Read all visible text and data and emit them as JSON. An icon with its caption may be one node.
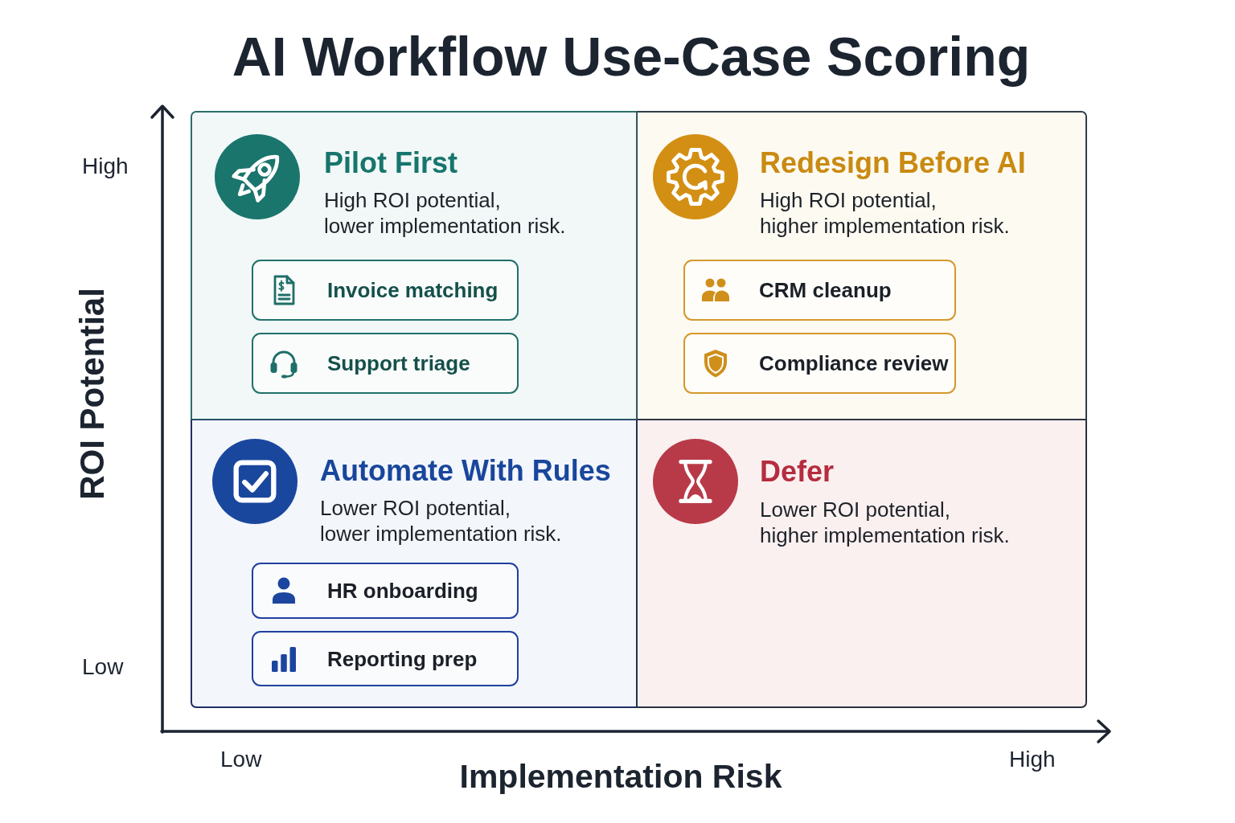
{
  "diagram": {
    "title": "AI Workflow Use-Case Scoring",
    "nodes": [
      {
        "text": [
          "Pilot First",
          "High ROI potential, lower implementation risk."
        ]
      },
      {
        "text": [
          "Invoice matching"
        ],
        "in": 0
      },
      {
        "text": [
          "Support triage"
        ],
        "in": 0
      },
      {
        "text": [
          "Redesign Before AI",
          "High ROI potential, higher implementation risk."
        ]
      },
      {
        "text": [
          "CRM cleanup"
        ],
        "in": 3
      },
      {
        "text": [
          "Compliance review"
        ],
        "in": 3
      },
      {
        "text": [
          "Automate With Rules",
          "Lower ROI potential, lower implementation risk."
        ]
      },
      {
        "text": [
          "HR onboarding"
        ],
        "in": 6
      },
      {
        "text": [
          "Reporting prep"
        ],
        "in": 6
      },
      {
        "text": [
          "Defer",
          "Lower ROI potential, higher implementation risk."
        ]
      }
    ],
    "labels": [
      "High",
      "ROI Potential",
      "Low",
      "Low",
      "High",
      "Implementation Risk"
    ]
  }
}
